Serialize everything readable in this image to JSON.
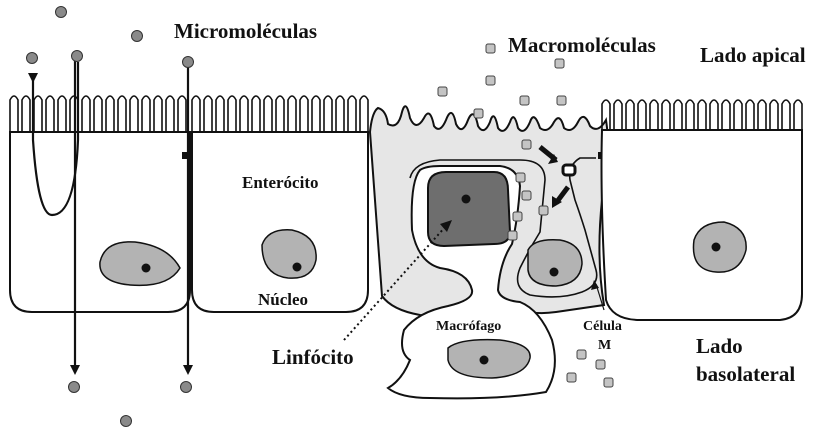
{
  "labels": {
    "micromolecules": "Micromoléculas",
    "macromolecules": "Macromoléculas",
    "apical_side": "Lado apical",
    "basolateral_side_line1": "Lado",
    "basolateral_side_line2": "basolateral",
    "enterocyte": "Enterócito",
    "nucleus": "Núcleo",
    "macrophage": "Macrófago",
    "m_cell_line1": "Célula",
    "m_cell_line2": "M",
    "lymphocyte": "Linfócito"
  },
  "colors": {
    "outline": "#111111",
    "cell_fill": "#ffffff",
    "m_cell_fill": "#e6e6e6",
    "nucleus_fill": "#b3b3b3",
    "lymphocyte_fill": "#6e6e6e",
    "micromolecule_fill": "#8a8a8a",
    "macromolecule_fill": "#c4c4c4"
  }
}
